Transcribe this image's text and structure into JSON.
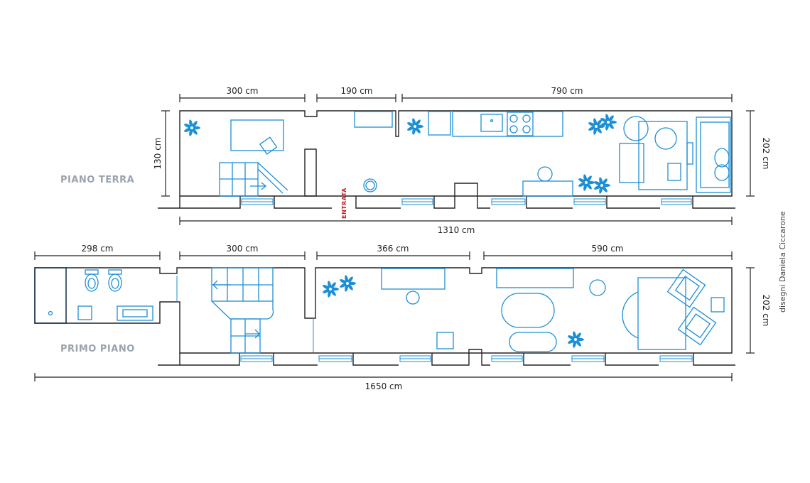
{
  "labels": {
    "ground_floor": "PIANO TERRA",
    "first_floor": "PRIMO PIANO",
    "entrance": "ENTRATA",
    "credit": "disegni Daniela Ciccarone"
  },
  "ground_floor": {
    "dims_top": [
      "300 cm",
      "190 cm",
      "790 cm"
    ],
    "height_left": "130 cm",
    "height_right": "202 cm",
    "total": "1310 cm"
  },
  "first_floor": {
    "dims_top": [
      "298 cm",
      "300 cm",
      "366 cm",
      "590 cm"
    ],
    "height_right": "202 cm",
    "total": "1650 cm"
  },
  "colors": {
    "furniture": "#1d8fd6",
    "walls": "#222222",
    "floor_label": "#9aa3ad",
    "entrance": "#c21f2a"
  },
  "icons": [
    "plant-icon",
    "stove-icon",
    "sink-icon",
    "toilet-icon",
    "bidet-icon",
    "bathtub-icon",
    "armchair-icon",
    "sofa-icon"
  ]
}
